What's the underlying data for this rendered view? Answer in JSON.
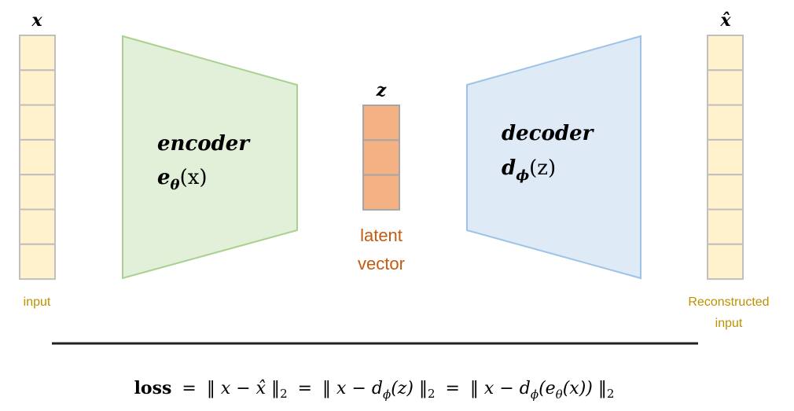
{
  "input": {
    "symbol": "x",
    "caption": "input",
    "cells": 7,
    "color": "#FFF2CC",
    "stroke": "#BFBFBF",
    "caption_color": "#BF9000"
  },
  "encoder": {
    "title": "encoder",
    "func_name": "e",
    "func_sub": "θ",
    "func_arg": "(x)",
    "fill": "#E2EFD9",
    "stroke": "#A9D18E"
  },
  "latent": {
    "symbol": "z",
    "caption_line1": "latent",
    "caption_line2": "vector",
    "cells": 3,
    "color": "#F4B183",
    "stroke": "#A6A6A6",
    "caption_color": "#C55A11"
  },
  "decoder": {
    "title": "decoder",
    "func_name": "d",
    "func_sub": "ϕ",
    "func_arg": "(z)",
    "fill": "#DEEBF7",
    "stroke": "#9DC3E6"
  },
  "output": {
    "symbol": "x̂",
    "caption_line1": "Reconstructed",
    "caption_line2": "input",
    "cells": 7,
    "color": "#FFF2CC",
    "stroke": "#BFBFBF",
    "caption_color": "#BF9000"
  },
  "loss": {
    "text": "loss = ‖ x − x̂ ‖₂ = ‖ x − d_ϕ(z) ‖₂ = ‖ x − d_ϕ(e_θ(x)) ‖₂",
    "label": "loss",
    "term1_a": "‖ x − x̂ ‖",
    "sub2": "2",
    "term2_a": "‖ x − d",
    "term2_sub": "ϕ",
    "term2_b": "(z) ‖",
    "term3_a": "‖ x − d",
    "term3_sub": "ϕ",
    "term3_b": "(e",
    "term3_sub2": "θ",
    "term3_c": "(x)) ‖",
    "equals": "="
  }
}
